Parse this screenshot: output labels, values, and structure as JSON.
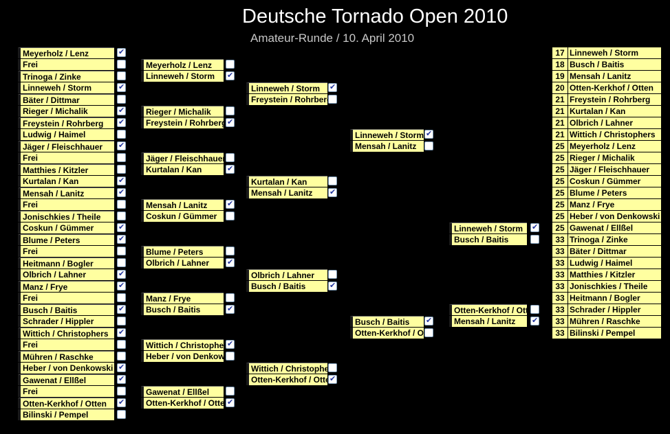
{
  "header": {
    "title": "Deutsche Tornado Open 2010",
    "subtitle": "Amateur-Runde / 10. April 2010"
  },
  "round1": [
    {
      "name": "Meyerholz / Lenz",
      "checked": true
    },
    {
      "name": "Frei",
      "checked": false
    },
    {
      "name": "Trinoga / Zinke",
      "checked": false
    },
    {
      "name": "Linneweh / Storm",
      "checked": true
    },
    {
      "name": "Bäter / Dittmar",
      "checked": false
    },
    {
      "name": "Rieger / Michalik",
      "checked": true
    },
    {
      "name": "Freystein / Rohrberg",
      "checked": true
    },
    {
      "name": "Ludwig / Haimel",
      "checked": false
    },
    {
      "name": "Jäger / Fleischhauer",
      "checked": true
    },
    {
      "name": "Frei",
      "checked": false
    },
    {
      "name": "Matthies / Kitzler",
      "checked": false
    },
    {
      "name": "Kurtalan / Kan",
      "checked": true
    },
    {
      "name": "Mensah / Lanitz",
      "checked": true
    },
    {
      "name": "Frei",
      "checked": false
    },
    {
      "name": "Jonischkies / Theile",
      "checked": false
    },
    {
      "name": "Coskun / Gümmer",
      "checked": true
    },
    {
      "name": "Blume / Peters",
      "checked": true
    },
    {
      "name": "Frei",
      "checked": false
    },
    {
      "name": "Heitmann / Bogler",
      "checked": false
    },
    {
      "name": "Olbrich / Lahner",
      "checked": true
    },
    {
      "name": "Manz / Frye",
      "checked": true
    },
    {
      "name": "Frei",
      "checked": false
    },
    {
      "name": "Busch / Baitis",
      "checked": true
    },
    {
      "name": "Schrader / Hippler",
      "checked": false
    },
    {
      "name": "Wittich / Christophers",
      "checked": true
    },
    {
      "name": "Frei",
      "checked": false
    },
    {
      "name": "Mühren / Raschke",
      "checked": false
    },
    {
      "name": "Heber / von Denkowski",
      "checked": true
    },
    {
      "name": "Gawenat / Ellßel",
      "checked": true
    },
    {
      "name": "Frei",
      "checked": false
    },
    {
      "name": "Otten-Kerkhof / Otten",
      "checked": true
    },
    {
      "name": "Bilinski / Pempel",
      "checked": false
    }
  ],
  "round2": [
    {
      "name": "Meyerholz / Lenz",
      "checked": false
    },
    {
      "name": "Linneweh / Storm",
      "checked": true
    },
    {
      "name": "Rieger / Michalik",
      "checked": false
    },
    {
      "name": "Freystein / Rohrberg",
      "checked": true
    },
    {
      "name": "Jäger / Fleischhauer",
      "checked": false
    },
    {
      "name": "Kurtalan / Kan",
      "checked": true
    },
    {
      "name": "Mensah / Lanitz",
      "checked": true
    },
    {
      "name": "Coskun / Gümmer",
      "checked": false
    },
    {
      "name": "Blume / Peters",
      "checked": false
    },
    {
      "name": "Olbrich / Lahner",
      "checked": true
    },
    {
      "name": "Manz / Frye",
      "checked": false
    },
    {
      "name": "Busch / Baitis",
      "checked": true
    },
    {
      "name": "Wittich / Christophers",
      "checked": true
    },
    {
      "name": "Heber / von Denkowski",
      "checked": false
    },
    {
      "name": "Gawenat / Ellßel",
      "checked": false
    },
    {
      "name": "Otten-Kerkhof / Otten",
      "checked": true
    }
  ],
  "round3": [
    {
      "name": "Linneweh / Storm",
      "checked": true
    },
    {
      "name": "Freystein / Rohrberg",
      "checked": false
    },
    {
      "name": "Kurtalan / Kan",
      "checked": false
    },
    {
      "name": "Mensah / Lanitz",
      "checked": true
    },
    {
      "name": "Olbrich / Lahner",
      "checked": false
    },
    {
      "name": "Busch / Baitis",
      "checked": true
    },
    {
      "name": "Wittich / Christophers",
      "checked": false
    },
    {
      "name": "Otten-Kerkhof / Otten",
      "checked": true
    }
  ],
  "round4": [
    {
      "name": "Linneweh / Storm",
      "checked": true
    },
    {
      "name": "Mensah / Lanitz",
      "checked": false
    },
    {
      "name": "Busch / Baitis",
      "checked": true
    },
    {
      "name": "Otten-Kerkhof / Otten",
      "checked": false
    }
  ],
  "round5": [
    {
      "name": "Linneweh / Storm",
      "checked": true
    },
    {
      "name": "Busch / Baitis",
      "checked": false
    },
    {
      "name": "Otten-Kerkhof / Otten",
      "checked": false
    },
    {
      "name": "Mensah / Lanitz",
      "checked": true
    }
  ],
  "ranking": [
    {
      "rank": "17",
      "name": "Linneweh / Storm"
    },
    {
      "rank": "18",
      "name": "Busch / Baitis"
    },
    {
      "rank": "19",
      "name": "Mensah / Lanitz"
    },
    {
      "rank": "20",
      "name": "Otten-Kerkhof / Otten"
    },
    {
      "rank": "21",
      "name": "Freystein / Rohrberg"
    },
    {
      "rank": "21",
      "name": "Kurtalan / Kan"
    },
    {
      "rank": "21",
      "name": "Olbrich / Lahner"
    },
    {
      "rank": "21",
      "name": "Wittich / Christophers"
    },
    {
      "rank": "25",
      "name": "Meyerholz / Lenz"
    },
    {
      "rank": "25",
      "name": "Rieger / Michalik"
    },
    {
      "rank": "25",
      "name": "Jäger / Fleischhauer"
    },
    {
      "rank": "25",
      "name": "Coskun / Gümmer"
    },
    {
      "rank": "25",
      "name": "Blume / Peters"
    },
    {
      "rank": "25",
      "name": "Manz / Frye"
    },
    {
      "rank": "25",
      "name": "Heber / von Denkowski"
    },
    {
      "rank": "25",
      "name": "Gawenat / Ellßel"
    },
    {
      "rank": "33",
      "name": "Trinoga / Zinke"
    },
    {
      "rank": "33",
      "name": "Bäter / Dittmar"
    },
    {
      "rank": "33",
      "name": "Ludwig / Haimel"
    },
    {
      "rank": "33",
      "name": "Matthies / Kitzler"
    },
    {
      "rank": "33",
      "name": "Jonischkies / Theile"
    },
    {
      "rank": "33",
      "name": "Heitmann / Bogler"
    },
    {
      "rank": "33",
      "name": "Schrader / Hippler"
    },
    {
      "rank": "33",
      "name": "Mühren / Raschke"
    },
    {
      "rank": "33",
      "name": "Bilinski / Pempel"
    }
  ]
}
